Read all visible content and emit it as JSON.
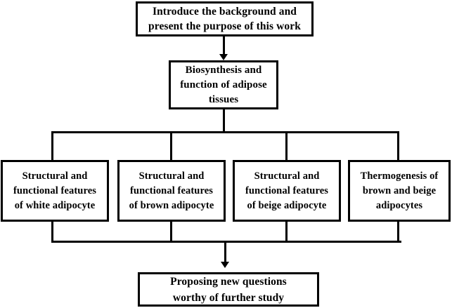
{
  "diagram": {
    "title": "Research workflow flowchart on adipose tissue",
    "colors": {
      "stroke": "#000000",
      "background": "#ffffff",
      "text": "#000000"
    },
    "nodes": {
      "top": {
        "label": "Introduce the background and present the purpose of this work",
        "line1": "Introduce the background and",
        "line2": "present the purpose of this work"
      },
      "second": {
        "label": "Biosynthesis and function of adipose tissues",
        "line1": "Biosynthesis and",
        "line2": "function of adipose",
        "line3": "tissues"
      },
      "branch_white": {
        "label": "Structural and functional features of white adipocyte",
        "line1": "Structural and",
        "line2": "functional features",
        "line3": "of white adipocyte"
      },
      "branch_brown": {
        "label": "Structural and functional features of brown adipocyte",
        "line1": "Structural and",
        "line2": "functional features",
        "line3": "of brown adipocyte"
      },
      "branch_beige": {
        "label": "Structural and functional features of beige adipocyte",
        "line1": "Structural and",
        "line2": "functional features",
        "line3": "of beige adipocyte"
      },
      "branch_thermogenesis": {
        "label": "Thermogenesis of brown and beige adipocytes",
        "line1": "Thermogenesis of",
        "line2": "brown and beige",
        "line3": "adipocytes"
      },
      "bottom": {
        "label": "Proposing new questions worthy of further study",
        "line1": "Proposing new questions",
        "line2": "worthy of further study"
      }
    },
    "connectors": [
      {
        "name": "top-to-second",
        "type": "arrow-down"
      },
      {
        "name": "second-to-branches",
        "type": "fan-out"
      },
      {
        "name": "branches-to-bottom",
        "type": "fan-in-arrow-down"
      }
    ]
  }
}
